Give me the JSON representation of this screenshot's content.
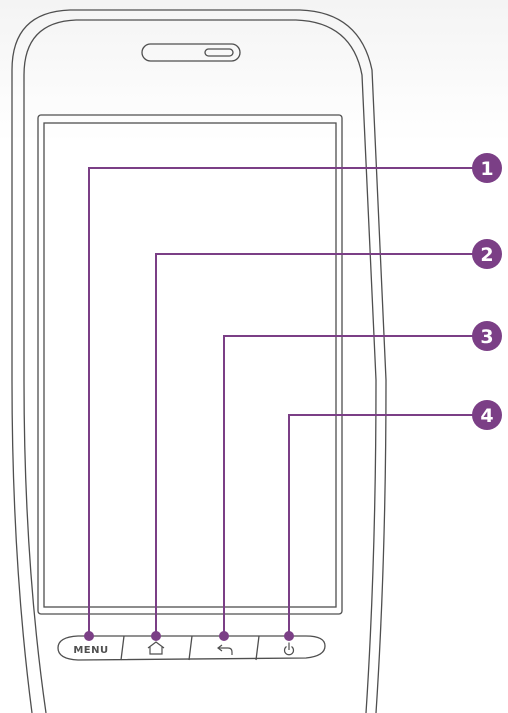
{
  "colors": {
    "outline": "#4f4f4f",
    "callout": "#7b3f86",
    "background": "#ffffff"
  },
  "device": {
    "buttons": {
      "menu_label": "MENU",
      "home_icon": "home-icon",
      "back_icon": "back-arrow-icon",
      "power_icon": "power-icon"
    }
  },
  "callouts": [
    {
      "number": "1",
      "target": "menu-button"
    },
    {
      "number": "2",
      "target": "home-button"
    },
    {
      "number": "3",
      "target": "back-button"
    },
    {
      "number": "4",
      "target": "power-button"
    }
  ]
}
